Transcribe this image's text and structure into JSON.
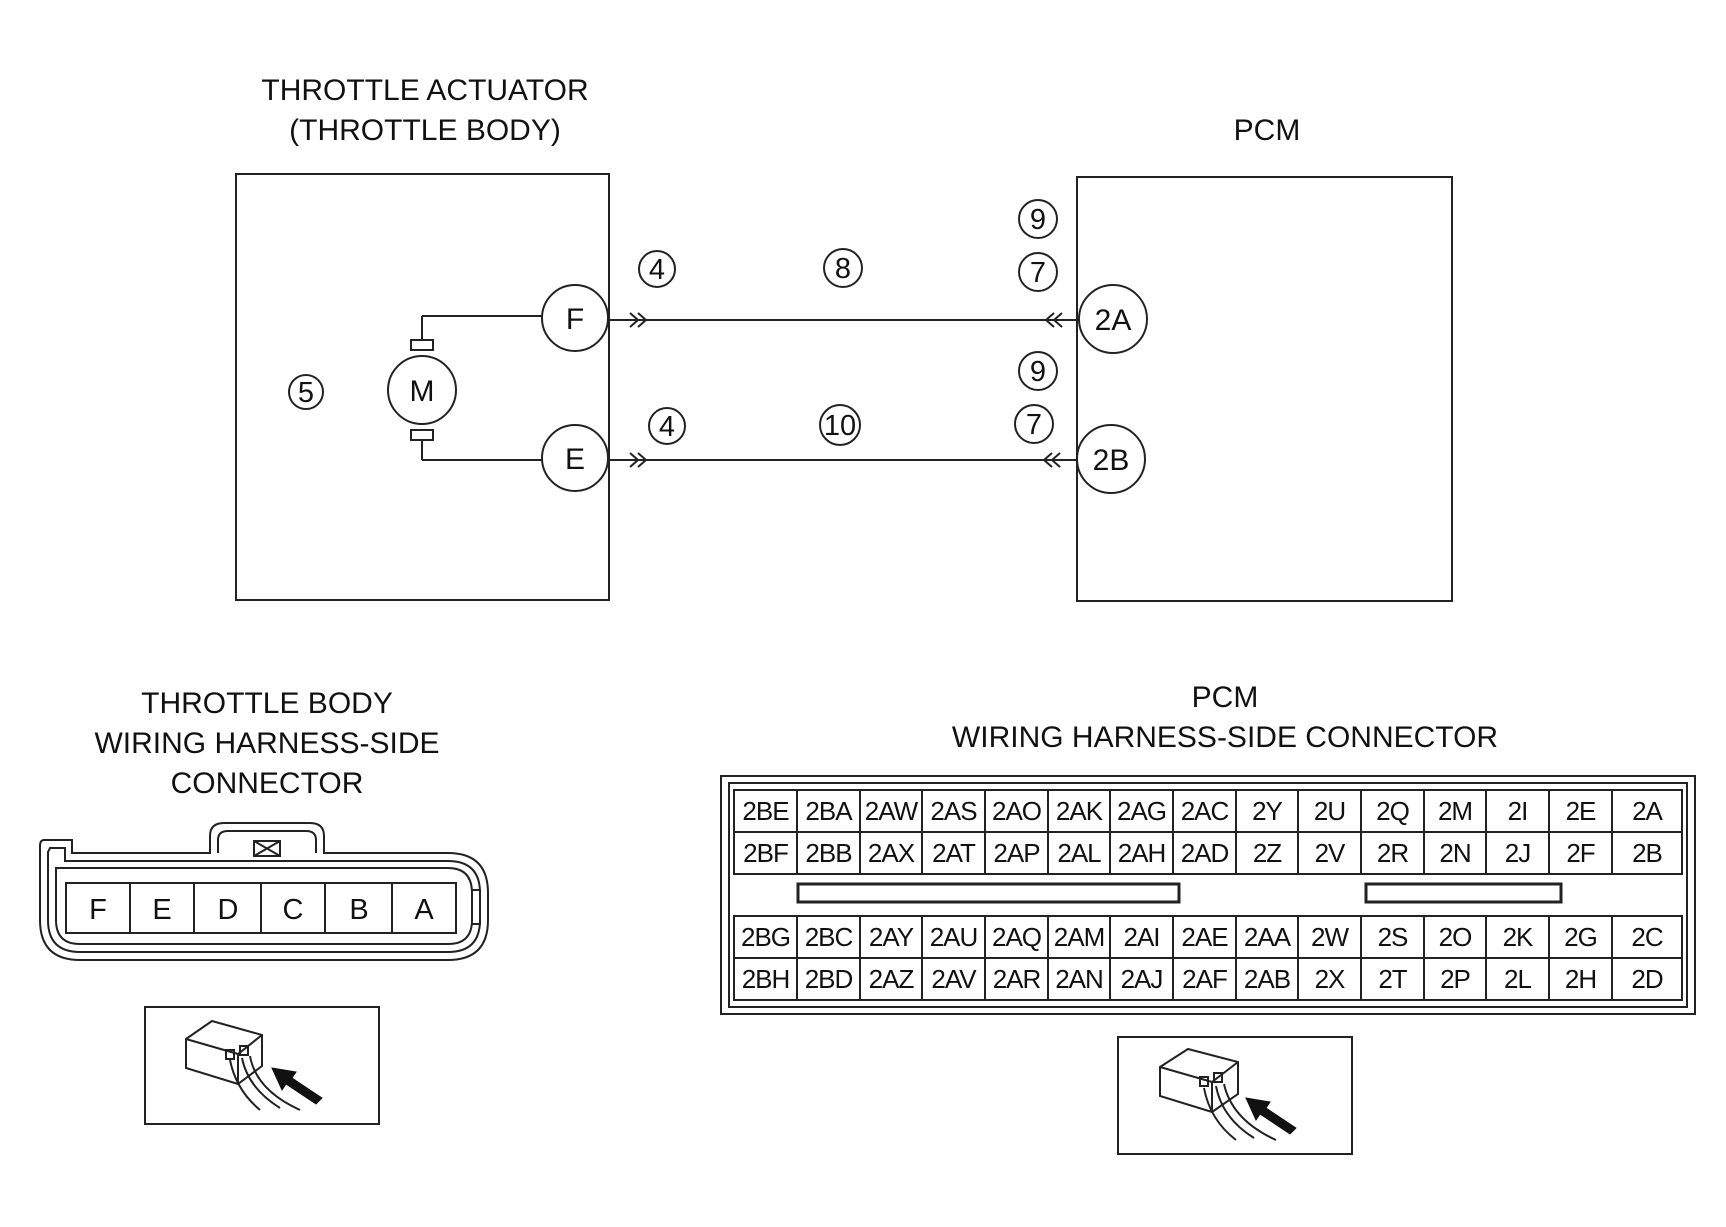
{
  "throttle_actuator": {
    "title_line1": "THROTTLE ACTUATOR",
    "title_line2": "(THROTTLE BODY)",
    "callout": "5",
    "motor_label": "M",
    "pins": [
      {
        "label": "F",
        "callout": "4"
      },
      {
        "label": "E",
        "callout": "4"
      }
    ]
  },
  "pcm": {
    "title": "PCM",
    "pins": [
      {
        "label": "2A",
        "callouts": [
          "9",
          "7"
        ]
      },
      {
        "label": "2B",
        "callouts": [
          "9",
          "7"
        ]
      }
    ]
  },
  "wires": [
    {
      "from": "F",
      "to": "2A",
      "callout": "8"
    },
    {
      "from": "E",
      "to": "2B",
      "callout": "10"
    }
  ],
  "throttle_connector": {
    "title_lines": [
      "THROTTLE BODY",
      "WIRING HARNESS-SIDE",
      "CONNECTOR"
    ],
    "terminals": [
      "F",
      "E",
      "D",
      "C",
      "B",
      "A"
    ]
  },
  "pcm_connector": {
    "title_lines": [
      "PCM",
      "WIRING HARNESS-SIDE CONNECTOR"
    ],
    "upper_rows": [
      [
        "2BE",
        "2BA",
        "2AW",
        "2AS",
        "2AO",
        "2AK",
        "2AG",
        "2AC",
        "2Y",
        "2U",
        "2Q",
        "2M",
        "2I",
        "2E",
        "2A"
      ],
      [
        "2BF",
        "2BB",
        "2AX",
        "2AT",
        "2AP",
        "2AL",
        "2AH",
        "2AD",
        "2Z",
        "2V",
        "2R",
        "2N",
        "2J",
        "2F",
        "2B"
      ]
    ],
    "lower_rows": [
      [
        "2BG",
        "2BC",
        "2AY",
        "2AU",
        "2AQ",
        "2AM",
        "2AI",
        "2AE",
        "2AA",
        "2W",
        "2S",
        "2O",
        "2K",
        "2G",
        "2C"
      ],
      [
        "2BH",
        "2BD",
        "2AZ",
        "2AV",
        "2AR",
        "2AN",
        "2AJ",
        "2AF",
        "2AB",
        "2X",
        "2T",
        "2P",
        "2L",
        "2H",
        "2D"
      ]
    ]
  }
}
